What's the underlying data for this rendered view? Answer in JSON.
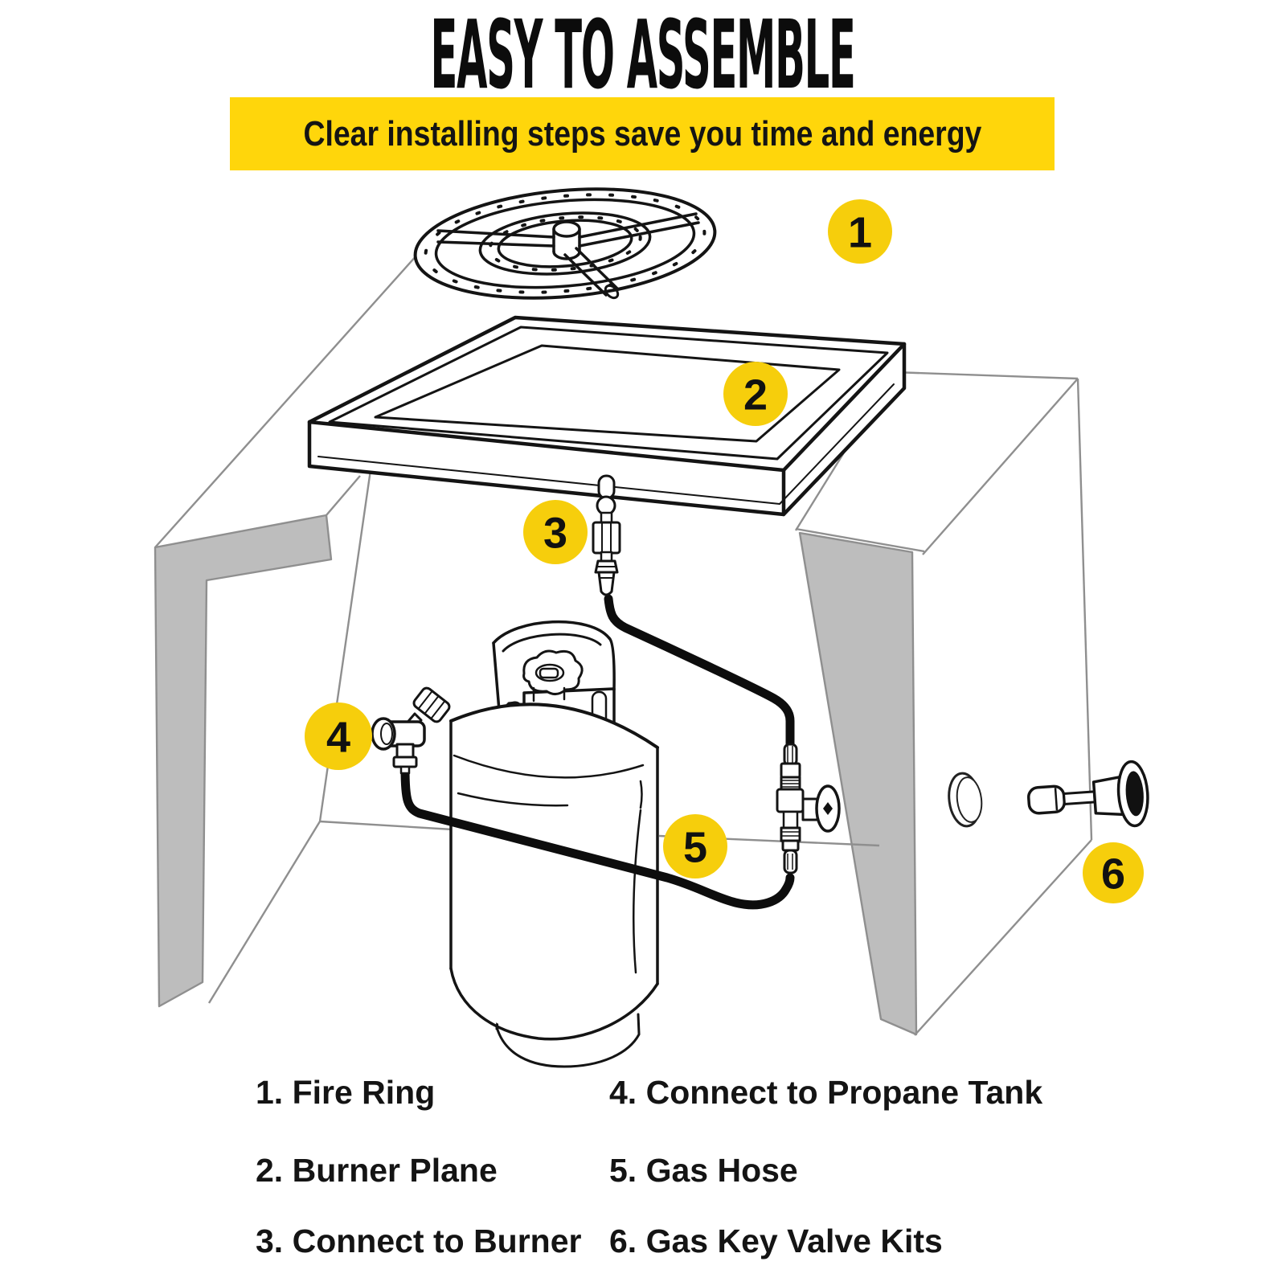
{
  "title": "EASY TO ASSEMBLE",
  "banner": {
    "text": "Clear installing steps save you time and energy",
    "bg_color": "#FFD60B",
    "text_color": "#141414"
  },
  "colors": {
    "badge_yellow": "#F6CE0C",
    "line_black": "#141414",
    "wall_line_gray": "#8F8F8F",
    "wall_shade_gray": "#BDBDBD",
    "background": "#FFFFFF"
  },
  "diagram": {
    "callouts": [
      {
        "number": "1",
        "label": "Fire Ring"
      },
      {
        "number": "2",
        "label": "Burner Plane"
      },
      {
        "number": "3",
        "label": "Connect to Burner"
      },
      {
        "number": "4",
        "label": "Connect to Propane Tank"
      },
      {
        "number": "5",
        "label": "Gas Hose"
      },
      {
        "number": "6",
        "label": "Gas Key Valve Kits"
      }
    ]
  },
  "legend": {
    "items": [
      "1. Fire Ring",
      "2. Burner Plane",
      "3. Connect to Burner",
      "4. Connect to Propane Tank",
      "5. Gas Hose",
      "6. Gas Key Valve Kits"
    ]
  }
}
